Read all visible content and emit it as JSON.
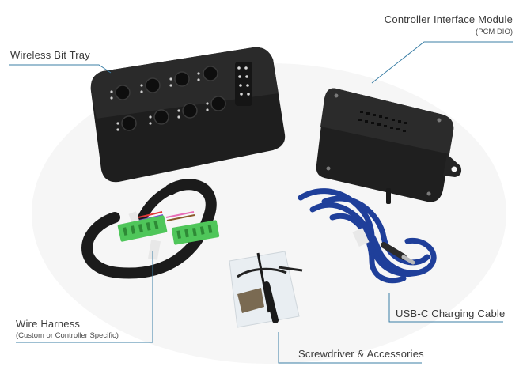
{
  "labels": {
    "wireless_bit_tray": {
      "title": "Wireless Bit Tray"
    },
    "controller_interface_module": {
      "title": "Controller Interface Module",
      "subtitle": "(PCM DIO)"
    },
    "usb_c_cable": {
      "title": "USB-C Charging Cable"
    },
    "wire_harness": {
      "title": "Wire Harness",
      "subtitle": "(Custom or Controller Specific)"
    },
    "screwdriver_accessories": {
      "title": "Screwdriver & Accessories"
    }
  },
  "colors": {
    "callout_line": "#3b7fa6",
    "device_body": "#232323",
    "cable_blue": "#1f3f9a",
    "terminal_green": "#4fc65a"
  }
}
